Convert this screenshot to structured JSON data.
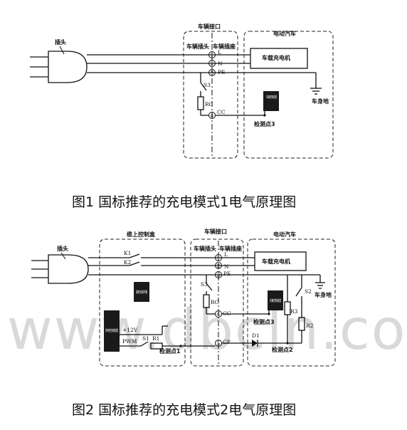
{
  "diagram1": {
    "vehicle_interface": "车辆接口",
    "electric_vehicle": "电动汽车",
    "plug": "插头",
    "vehicle_plug": "车辆插头",
    "vehicle_socket": "车辆插座",
    "onboard_charger": "车载充电机",
    "body_ground": "车身地",
    "detect_point_3": "检测点3",
    "controller": "车辆控制装置",
    "switch_s3": "S3",
    "resistor_rc": "RC",
    "pin_L": "L",
    "pin_N": "N",
    "pin_PE": "PE",
    "pin_CC": "CC",
    "pin1": "1",
    "pin2": "2",
    "pin3": "3",
    "pin4": "4",
    "caption": "图1 国标推荐的充电模式1电气原理图"
  },
  "diagram2": {
    "vehicle_interface": "车辆接口",
    "electric_vehicle": "电动汽车",
    "incable_box": "缆上控制盒",
    "plug": "插头",
    "vehicle_plug": "车辆插头",
    "vehicle_socket": "车辆插座",
    "onboard_charger": "车载充电机",
    "body_ground": "车身地",
    "leakage_protector": "漏电流保护器",
    "supply_control": "供电控制装置",
    "controller": "车辆控制装置",
    "k1": "K1",
    "k2": "K2",
    "s1": "S1",
    "r1": "R1",
    "s2": "S2",
    "s3": "S3",
    "r2": "R2",
    "r3": "R3",
    "rc": "RC",
    "d1": "D1",
    "v12": "+12V",
    "pwm": "PWM",
    "detect_point_1": "检测点1",
    "detect_point_2": "检测点2",
    "detect_point_3": "检测点3",
    "pin_L": "L",
    "pin_N": "N",
    "pin_PE": "PE",
    "pin_CC": "CC",
    "pin_CP": "CP",
    "pin1": "1",
    "pin2": "2",
    "pin3": "3",
    "pin4": "4",
    "pin5": "5",
    "caption": "图2 国标推荐的充电模式2电气原理图"
  },
  "watermark": "www.dbcln.com"
}
